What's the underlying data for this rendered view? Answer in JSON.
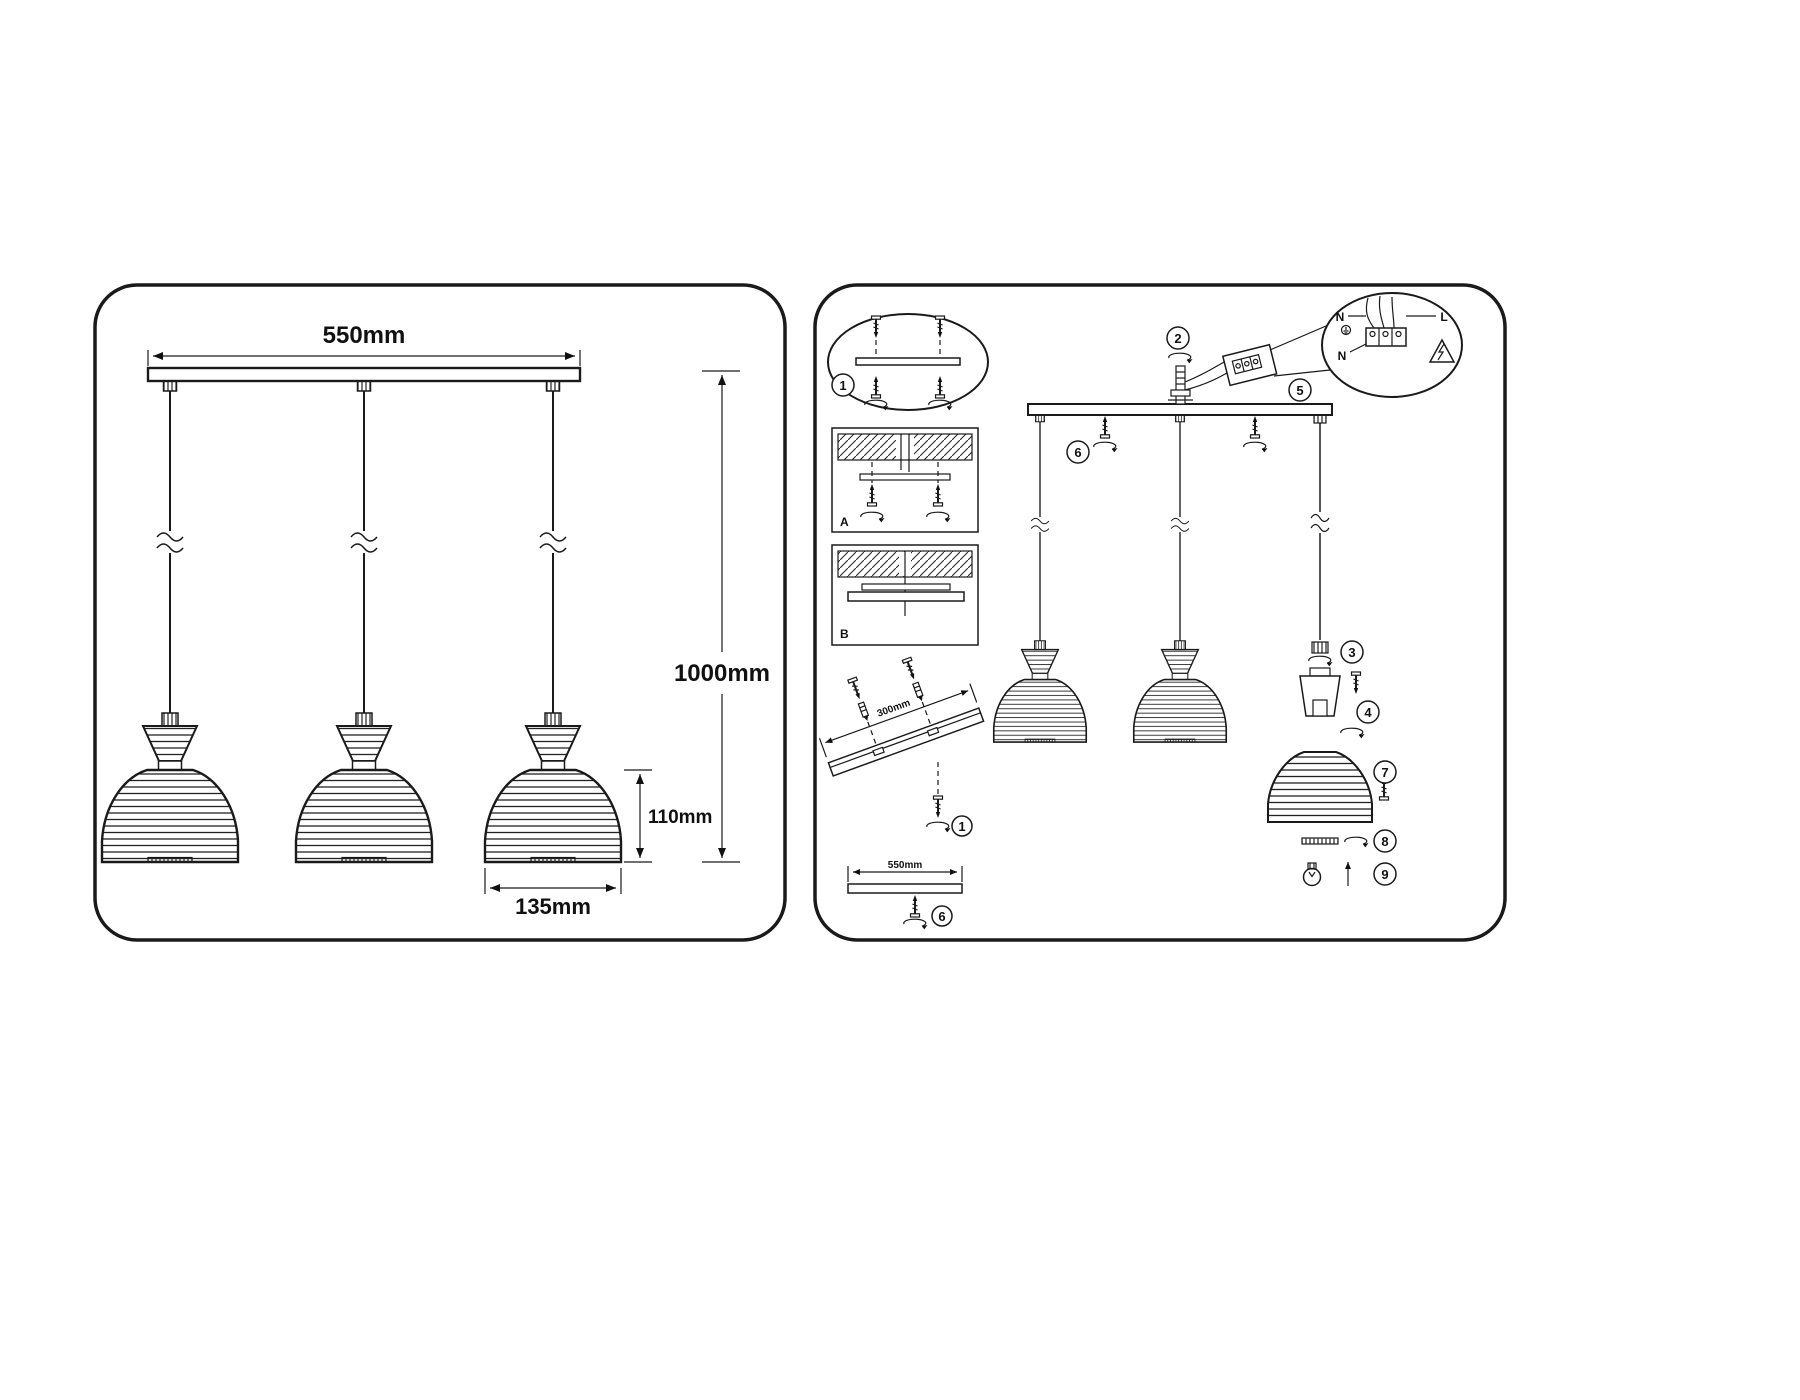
{
  "left_panel": {
    "dim_width": "550mm",
    "dim_total_height": "1000mm",
    "dim_shade_height": "110mm",
    "dim_shade_diameter": "135mm"
  },
  "right_panel": {
    "steps": {
      "s1": "1",
      "s2": "2",
      "s3": "3",
      "s4": "4",
      "s5": "5",
      "s6": "6",
      "s7": "7",
      "s8": "8",
      "s9": "9"
    },
    "detail_labels": {
      "a": "A",
      "b": "B"
    },
    "dims": {
      "bracket_length": "300mm",
      "canopy_length": "550mm"
    },
    "wiring_labels": {
      "neutral_top": "N",
      "line": "L",
      "neutral_bottom": "N"
    }
  }
}
